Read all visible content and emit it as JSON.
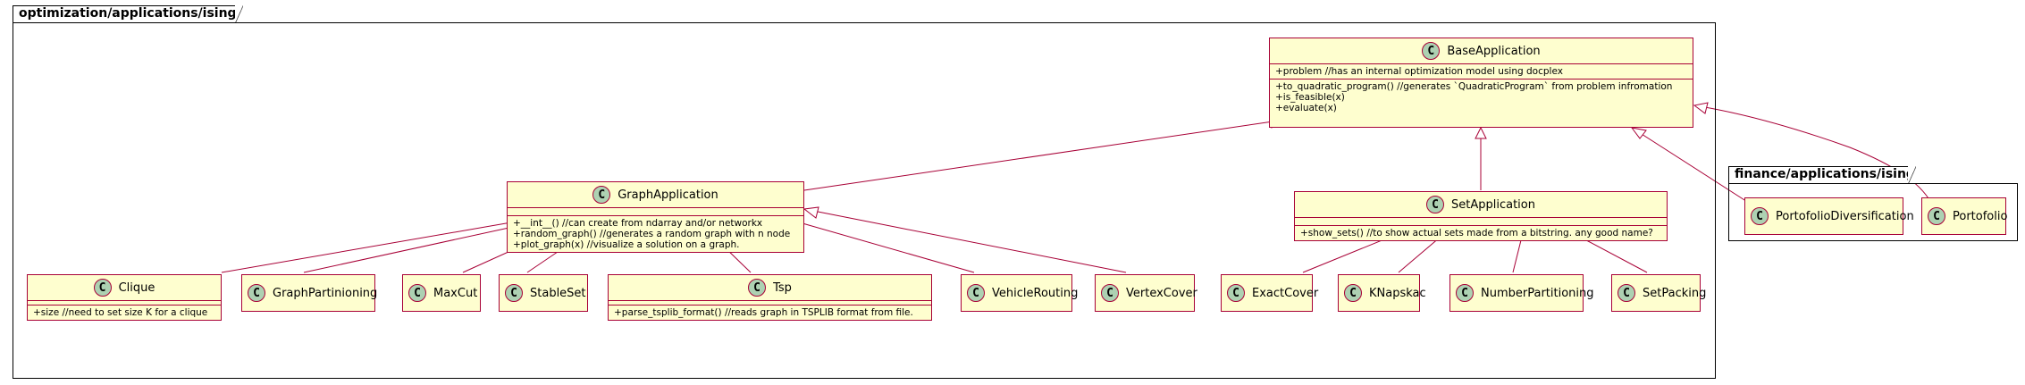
{
  "colors": {
    "class_fill": "#fefecf",
    "class_border": "#a80036",
    "circle_fill": "#add1b2",
    "edge": "#a80036"
  },
  "packages": {
    "ising": {
      "label": "optimization/applications/ising"
    },
    "finance": {
      "label": "finance/applications/ising"
    }
  },
  "classes": {
    "base": {
      "circle": "C",
      "name": "BaseApplication",
      "fields": [
        "+problem //has an internal optimization model using docplex"
      ],
      "methods": [
        "+to_quadratic_program() //generates `QuadraticProgram` from problem infromation",
        "+is_feasible(x)",
        "+evaluate(x)"
      ]
    },
    "graph": {
      "circle": "C",
      "name": "GraphApplication",
      "fields": [],
      "methods": [
        "+__int__() //can create from ndarray and/or networkx",
        "+random_graph() //generates a random graph with n node",
        "+plot_graph(x) //visualize a solution on a graph."
      ]
    },
    "set": {
      "circle": "C",
      "name": "SetApplication",
      "fields": [],
      "methods": [
        "+show_sets() //to show actual sets made from a bitstring. any good name?"
      ]
    },
    "clique": {
      "circle": "C",
      "name": "Clique",
      "fields": [],
      "methods": [
        "+size //need to set size K for a clique"
      ]
    },
    "graphpart": {
      "circle": "C",
      "name": "GraphPartinioning"
    },
    "maxcut": {
      "circle": "C",
      "name": "MaxCut"
    },
    "stableset": {
      "circle": "C",
      "name": "StableSet"
    },
    "tsp": {
      "circle": "C",
      "name": "Tsp",
      "fields": [],
      "methods": [
        "+parse_tsplib_format() //reads graph in TSPLIB format from file."
      ]
    },
    "vehicle": {
      "circle": "C",
      "name": "VehicleRouting"
    },
    "vertex": {
      "circle": "C",
      "name": "VertexCover"
    },
    "exact": {
      "circle": "C",
      "name": "ExactCover"
    },
    "knap": {
      "circle": "C",
      "name": "KNapskac"
    },
    "numpart": {
      "circle": "C",
      "name": "NumberPartitioning"
    },
    "setpack": {
      "circle": "C",
      "name": "SetPacking"
    },
    "portdiv": {
      "circle": "C",
      "name": "PortofolioDiversification"
    },
    "port": {
      "circle": "C",
      "name": "Portofolio"
    }
  }
}
